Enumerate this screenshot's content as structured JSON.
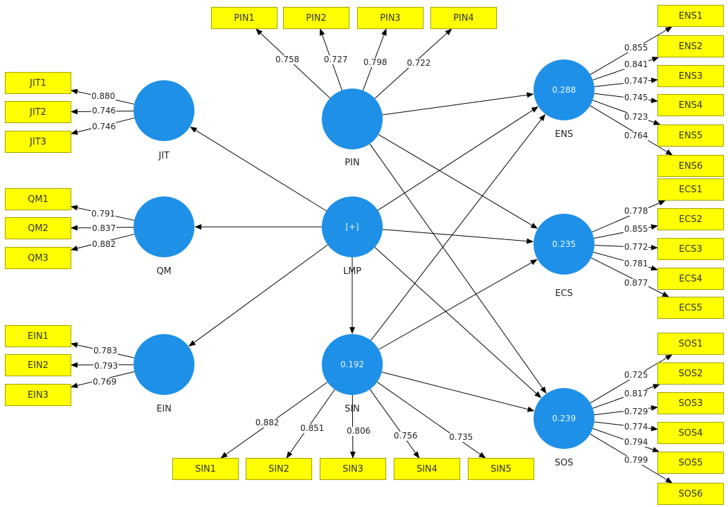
{
  "constructs": [
    {
      "id": "PIN",
      "name": "PIN",
      "r2": ""
    },
    {
      "id": "JIT",
      "name": "JIT",
      "r2": ""
    },
    {
      "id": "QM",
      "name": "QM",
      "r2": ""
    },
    {
      "id": "EIN",
      "name": "EIN",
      "r2": ""
    },
    {
      "id": "LMP",
      "name": "LMP",
      "r2": "[+]"
    },
    {
      "id": "SIN",
      "name": "SIN",
      "r2": "0.192"
    },
    {
      "id": "ENS",
      "name": "ENS",
      "r2": "0.288"
    },
    {
      "id": "ECS",
      "name": "ECS",
      "r2": "0.235"
    },
    {
      "id": "SOS",
      "name": "SOS",
      "r2": "0.239"
    }
  ],
  "indicators": {
    "PIN": [
      {
        "name": "PIN1",
        "loading": "0.758"
      },
      {
        "name": "PIN2",
        "loading": "0.727"
      },
      {
        "name": "PIN3",
        "loading": "0.798"
      },
      {
        "name": "PIN4",
        "loading": "0.722"
      }
    ],
    "JIT": [
      {
        "name": "JIT1",
        "loading": "0.880"
      },
      {
        "name": "JIT2",
        "loading": "0.746"
      },
      {
        "name": "JIT3",
        "loading": "0.746"
      }
    ],
    "QM": [
      {
        "name": "QM1",
        "loading": "0.791"
      },
      {
        "name": "QM2",
        "loading": "0.837"
      },
      {
        "name": "QM3",
        "loading": "0.882"
      }
    ],
    "EIN": [
      {
        "name": "EIN1",
        "loading": "0.783"
      },
      {
        "name": "EIN2",
        "loading": "0.793"
      },
      {
        "name": "EIN3",
        "loading": "0.769"
      }
    ],
    "SIN": [
      {
        "name": "SIN1",
        "loading": "0.882"
      },
      {
        "name": "SIN2",
        "loading": "0.851"
      },
      {
        "name": "SIN3",
        "loading": "0.806"
      },
      {
        "name": "SIN4",
        "loading": "0.756"
      },
      {
        "name": "SIN5",
        "loading": "0.735"
      }
    ],
    "ENS": [
      {
        "name": "ENS1",
        "loading": "0.855"
      },
      {
        "name": "ENS2",
        "loading": "0.841"
      },
      {
        "name": "ENS3",
        "loading": "0.747"
      },
      {
        "name": "ENS4",
        "loading": "0.745"
      },
      {
        "name": "ENS5",
        "loading": "0.723"
      },
      {
        "name": "ENS6",
        "loading": "0.764"
      }
    ],
    "ECS": [
      {
        "name": "ECS1",
        "loading": "0.778"
      },
      {
        "name": "ECS2",
        "loading": "0.855"
      },
      {
        "name": "ECS3",
        "loading": "0.772"
      },
      {
        "name": "ECS4",
        "loading": "0.781"
      },
      {
        "name": "ECS5",
        "loading": "0.877"
      }
    ],
    "SOS": [
      {
        "name": "SOS1",
        "loading": "0.725"
      },
      {
        "name": "SOS2",
        "loading": "0.817"
      },
      {
        "name": "SOS3",
        "loading": "0.729"
      },
      {
        "name": "SOS4",
        "loading": "0.774"
      },
      {
        "name": "SOS5",
        "loading": "0.794"
      },
      {
        "name": "SOS6",
        "loading": "0.799"
      }
    ]
  },
  "paths": [
    {
      "from": "LMP",
      "to": "JIT"
    },
    {
      "from": "LMP",
      "to": "QM"
    },
    {
      "from": "LMP",
      "to": "EIN"
    },
    {
      "from": "LMP",
      "to": "SIN"
    },
    {
      "from": "LMP",
      "to": "ENS"
    },
    {
      "from": "LMP",
      "to": "ECS"
    },
    {
      "from": "LMP",
      "to": "SOS"
    },
    {
      "from": "PIN",
      "to": "ENS"
    },
    {
      "from": "PIN",
      "to": "ECS"
    },
    {
      "from": "PIN",
      "to": "SOS"
    },
    {
      "from": "SIN",
      "to": "ENS"
    },
    {
      "from": "SIN",
      "to": "ECS"
    },
    {
      "from": "SIN",
      "to": "SOS"
    }
  ],
  "colors": {
    "construct": "#1e90e8",
    "indicator": "#ffff00",
    "r2_text": "#e8f8ff"
  }
}
